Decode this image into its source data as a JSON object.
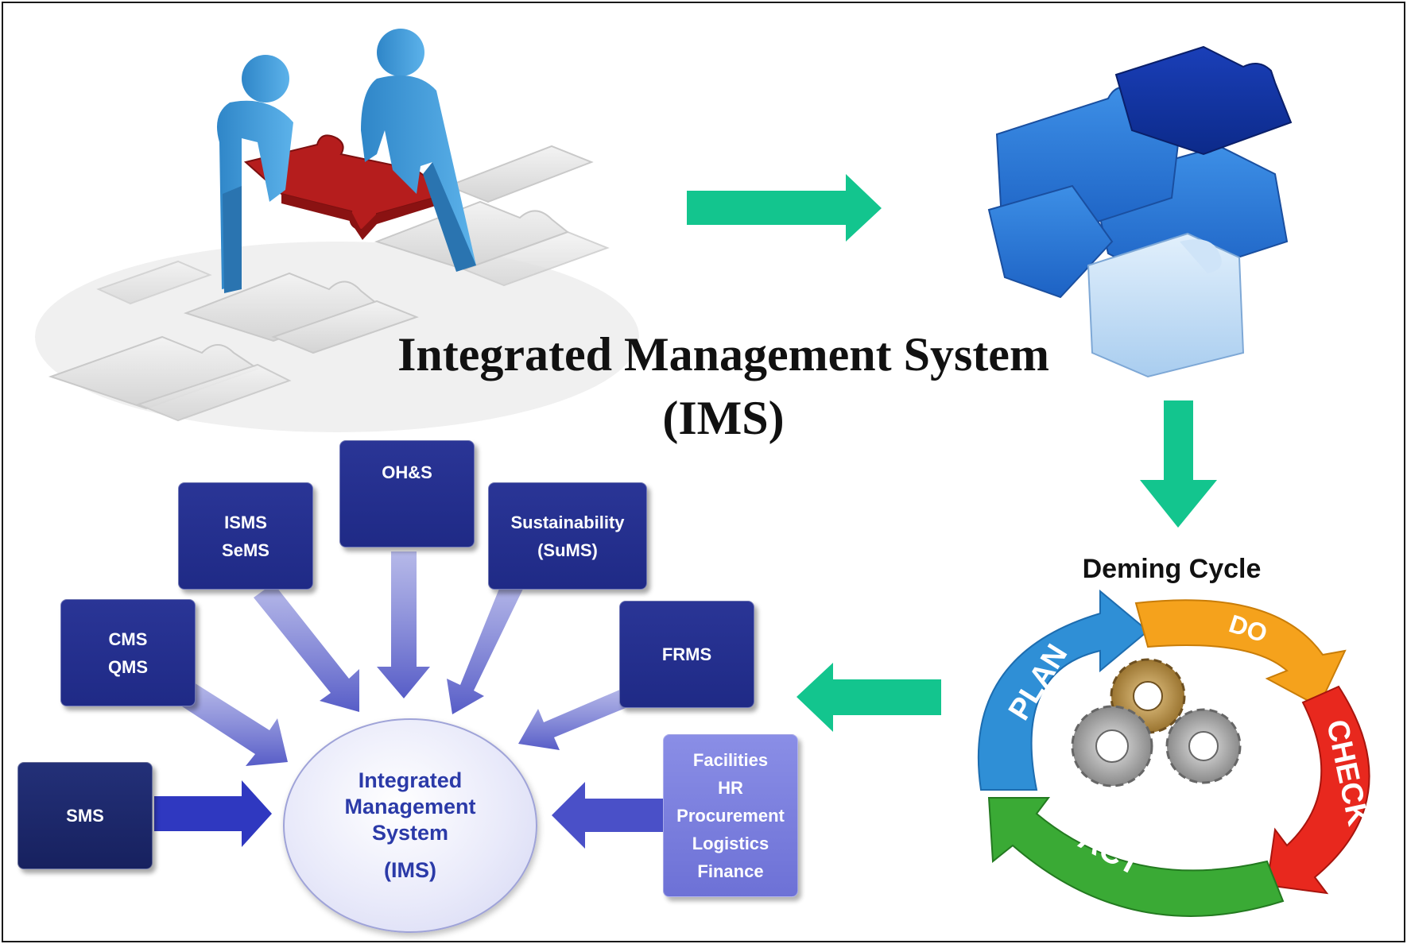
{
  "title": {
    "line1": "Integrated Management System",
    "line2": "(IMS)"
  },
  "center": {
    "line1": "Integrated",
    "line2": "Management",
    "line3": "System",
    "line4": "(IMS)"
  },
  "boxes": {
    "sms": [
      "SMS"
    ],
    "cms": [
      "CMS",
      "QMS"
    ],
    "isms": [
      "ISMS",
      "SeMS"
    ],
    "ohs": [
      "OH&S"
    ],
    "sustainability": [
      "Sustainability",
      "(SuMS)"
    ],
    "frms": [
      "FRMS"
    ],
    "support": [
      "Facilities",
      "HR",
      "Procurement",
      "Logistics",
      "Finance"
    ]
  },
  "deming": {
    "title": "Deming Cycle",
    "plan": "PLAN",
    "do": "DO",
    "check": "CHECK",
    "act": "ACT"
  },
  "colors": {
    "flow_arrow": "#13c58e",
    "box_dark": "#24308e",
    "box_light": "#7a7ee0",
    "ims_text": "#2b3aa8",
    "plan": "#2f8fd6",
    "do": "#f5a21c",
    "check": "#e8281e",
    "act": "#3aaa35"
  }
}
